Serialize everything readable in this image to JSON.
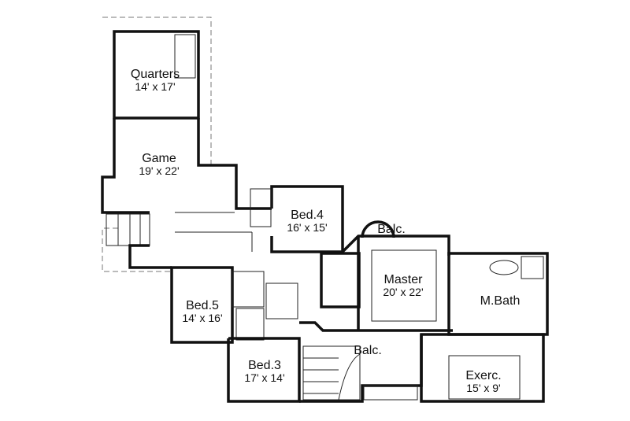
{
  "rooms": [
    {
      "name": "Quarters",
      "dims": "14' x 17'"
    },
    {
      "name": "Game",
      "dims": "19' x 22'"
    },
    {
      "name": "Bed.4",
      "dims": "16' x 15'"
    },
    {
      "name": "Balc.",
      "dims": ""
    },
    {
      "name": "Master",
      "dims": "20' x 22'"
    },
    {
      "name": "M.Bath",
      "dims": ""
    },
    {
      "name": "Bed.5",
      "dims": "14' x 16'"
    },
    {
      "name": "Balc.",
      "dims": ""
    },
    {
      "name": "Bed.3",
      "dims": "17' x 14'"
    },
    {
      "name": "Exerc.",
      "dims": "15' x 9'"
    }
  ]
}
